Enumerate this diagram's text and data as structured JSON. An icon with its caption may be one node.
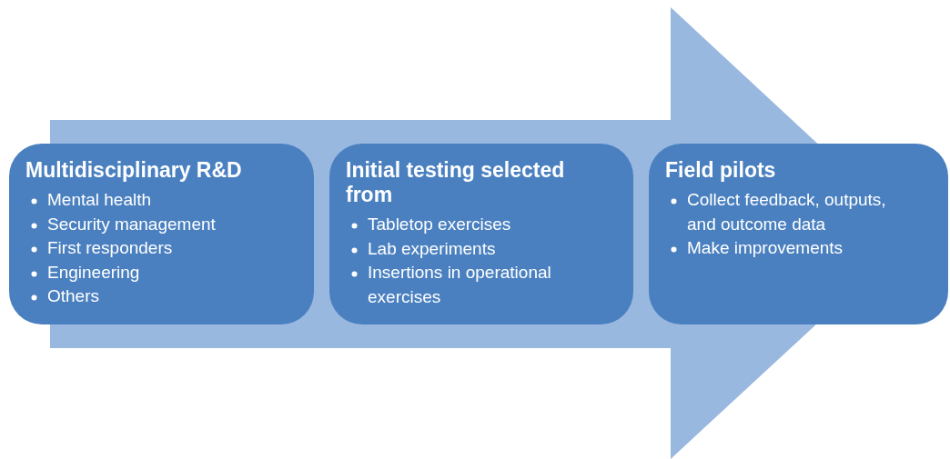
{
  "diagram": {
    "nodes": [
      {
        "text": [
          "Multidisciplinary R&D",
          "Mental health",
          "Security management",
          "First responders",
          "Engineering",
          "Others"
        ]
      },
      {
        "text": [
          "Initial testing selected from",
          "Tabletop exercises",
          "Lab experiments",
          "Insertions in operational exercises"
        ]
      },
      {
        "text": [
          "Field pilots",
          "Collect feedback, outputs, and outcome data",
          "Make improvements"
        ]
      }
    ],
    "edges": [
      {
        "from": 0,
        "to": 2,
        "arrow": "to"
      }
    ]
  }
}
